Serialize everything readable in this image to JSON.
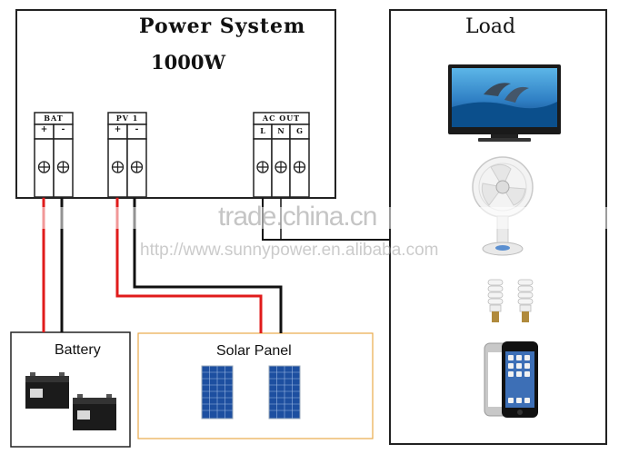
{
  "power_system": {
    "title": "Power System",
    "rating": "1000W"
  },
  "terminals": {
    "bat": {
      "label": "BAT",
      "pos": "+",
      "neg": "-"
    },
    "pv": {
      "label": "PV 1",
      "pos": "+",
      "neg": "-"
    },
    "ac_out": {
      "label": "AC OUT",
      "l": "L",
      "n": "N",
      "g": "G"
    }
  },
  "load": {
    "title": "Load",
    "devices": [
      "tv-icon",
      "fan-icon",
      "cfl-bulb-icon",
      "smartphone-icon"
    ]
  },
  "battery": {
    "label": "Battery"
  },
  "solar_panel": {
    "label": "Solar Panel"
  },
  "watermarks": {
    "site": "trade.china.cn",
    "url": "http://www.sunnypower.en.alibaba.com"
  },
  "colors": {
    "positive_wire": "#e01b1b",
    "negative_wire": "#111111",
    "solar_border": "#e8a94a",
    "box_border": "#222222"
  }
}
